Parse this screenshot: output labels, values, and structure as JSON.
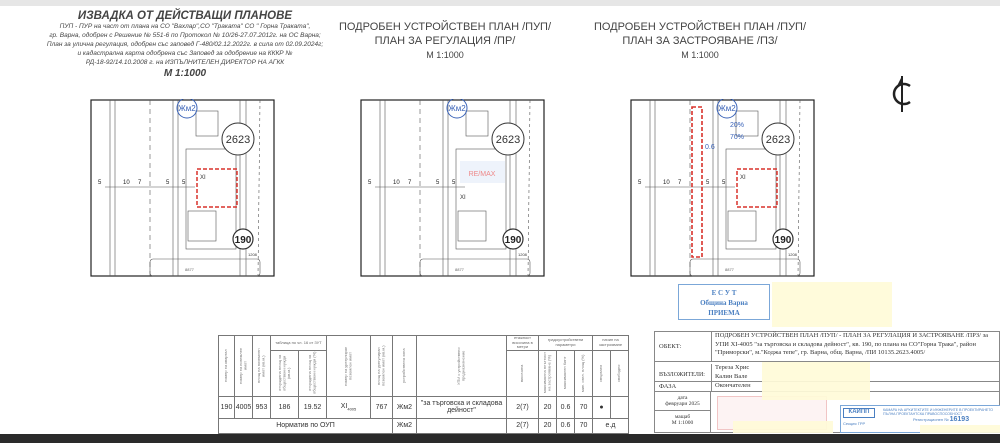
{
  "header_left": {
    "title": "ИЗВАДКА ОТ ДЕЙСТВАЩИ ПЛАНОВЕ",
    "lines": [
      "ПУП - ПУР на част от плана на СО \"Вахлар\",СО \"Траката\" СО \" Горна Траката\",",
      "гр. Варна, одобрен с Решение № 551-6 по Протокол № 10/26-27.07.2012г. на ОС Варна;",
      "План за улична регулация, одобрен със заповед Г-480/02.12.2022г. в сила от 02.09.2024г;",
      "и кадастрална карта одобрена със Заповед за одобрение на КККР №",
      "РД-18-92/14.10.2008 г. на ИЗПЪЛНИТЕЛЕН ДИРЕКТОР НА АГКК"
    ],
    "scale": "М 1:1000"
  },
  "header_middle": {
    "line1": "ПОДРОБЕН УСТРОЙСТВЕН ПЛАН /ПУП/",
    "line2": "ПЛАН ЗА РЕГУЛАЦИЯ /ПР/",
    "scale": "М 1:1000"
  },
  "header_right": {
    "line1": "ПОДРОБЕН УСТРОЙСТВЕН ПЛАН /ПУП/",
    "line2": "ПЛАН ЗА ЗАСТРОЯВАНЕ /ПЗ/",
    "scale": "М 1:1000"
  },
  "maps": {
    "zone": "Жм2",
    "block": "2623",
    "quarter": "190",
    "lot": "XI",
    "dims": [
      "5",
      "10",
      "7",
      "5",
      "5"
    ],
    "params": [
      "20%",
      "70%",
      "0.6"
    ],
    "bottom_lot": "8877",
    "side_num": "1208"
  },
  "stamp": {
    "line1": "Е С У Т",
    "line2": "Община Варна",
    "line3": "ПРИЕМА"
  },
  "params_table": {
    "group_header": "таблица по чл. 16 от ЗУТ",
    "headers": [
      "номер на квартал",
      "номер на поземлен имот",
      "площ на поземлен имот (кв.м.)",
      "отчуждена площ за обществени нужди (кв.м.)",
      "отчуждена площ за обществени нужди (%)",
      "номер на урегулиран поземлен имот",
      "площ на урегулиран поземлен имот (кв.м.)",
      "устройствена зона",
      "УПИ с устройствено предназначение",
      "височина",
      "максимална плътност на застрояване (%)",
      "максимален Кинт",
      "мин. озел. площ (%)",
      "свързано",
      "свободно"
    ],
    "height_group": "етажност височина в метри",
    "params_group": "градоустройствени параметри",
    "build_group": "начин на застрояване",
    "row": {
      "quarter": "190",
      "lot": "4005",
      "area": "953",
      "alien_area": "186",
      "alien_pct": "19.52",
      "upi": "XI",
      "upi_sub": "4005",
      "upi_area": "767",
      "zone": "Жм2",
      "purpose": "\"за търговска и складова дейност\"",
      "height": "2(7)",
      "density": "20",
      "kint": "0.6",
      "green": "70",
      "mode": "●"
    },
    "norm": {
      "label": "Норматив по ОУП",
      "zone": "Жм2",
      "height": "2(7)",
      "density": "20",
      "kint": "0.6",
      "green": "70",
      "mode": "е.д"
    }
  },
  "title_block": {
    "object_label": "ОБЕКТ:",
    "object_value": "ПОДРОБЕН УСТРОЙСТВЕН ПЛАН /ПУП/ - ПЛАН ЗА РЕГУЛАЦИЯ И ЗАСТРОЯВАНЕ /ПРЗ/ за УПИ XI-4005 \"за търговска и складова дейност\", кв. 190, по плана на СО\"Горна Трака\", район \"Приморски\", м.\"Коджа тепе\", гр. Варна, общ. Варна, /ПИ 10135.2623.4005/",
    "clients_label": "ВЪЗЛОЖИТЕЛИ:",
    "clients": [
      "Тереза Хрис",
      "Калин Вале"
    ],
    "phase_label": "ФАЗА",
    "phase_value": "Окончателен",
    "date_label": "дата",
    "date_value": "февруари 2025",
    "scale_label": "мащаб",
    "scale_value": "М 1:1000",
    "chamber_logo": "КАИПП",
    "chamber_line1": "КАМАРА НА АРХИТЕКТИТЕ И ИНЖЕНЕРИТЕ В ПРОЕКТИРАНЕТО",
    "chamber_line2": "ПЪЛНА ПРОЕКТАНТСКА ПРАВОСПОСОБНОСТ",
    "reg_label": "Регистрационен №",
    "reg_number": "16193",
    "chamber_part": "ГРР",
    "chamber_part_label": "Секция"
  },
  "colors": {
    "red_boundary": "#d9322b",
    "blue_annotation": "#3a63b8",
    "stamp_blue": "#4a7fc1"
  }
}
